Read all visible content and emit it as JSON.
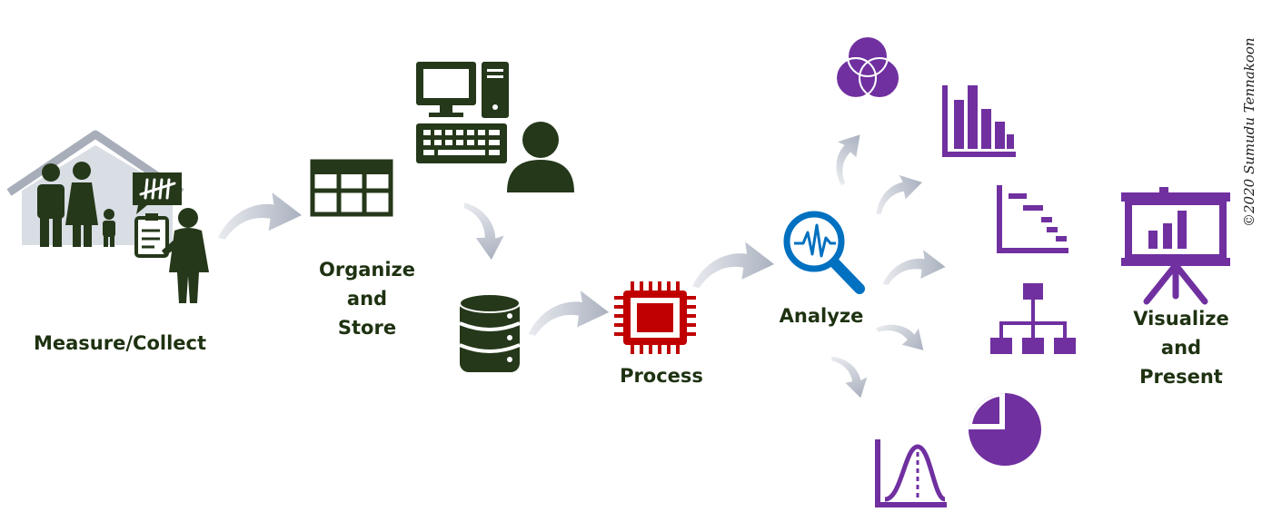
{
  "labels": {
    "measure": "Measure/Collect",
    "organize": [
      "Organize",
      "and",
      "Store"
    ],
    "process": "Process",
    "analyze": "Analyze",
    "visualize": [
      "Visualize",
      "and",
      "Present"
    ]
  },
  "copyright": "©2020 Sumudu Tennakoon",
  "icons": [
    "house-family-icon",
    "tally-speech-icon",
    "surveyor-clipboard-icon",
    "table-grid-icon",
    "desktop-computer-icon",
    "user-icon",
    "database-icon",
    "cpu-chip-icon",
    "search-signal-icon",
    "venn-diagram-icon",
    "bar-chart-icon",
    "gantt-chart-icon",
    "hierarchy-icon",
    "pie-chart-icon",
    "bell-curve-icon",
    "presentation-board-icon"
  ],
  "colors": {
    "dark": "#25381a",
    "red": "#c00000",
    "blue": "#0070c0",
    "purple": "#7030a0",
    "arrow": "#b6bcc8"
  }
}
